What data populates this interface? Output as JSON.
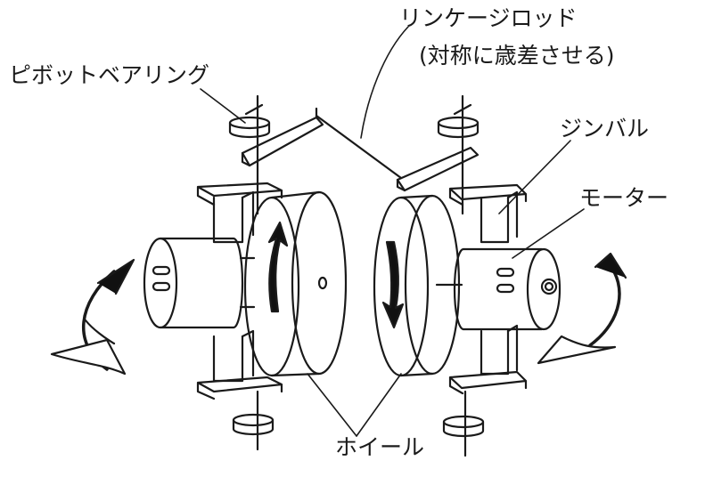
{
  "labels": {
    "pivot_bearing": "ピボットベアリング",
    "linkage_rod": "リンケージロッド",
    "linkage_note": "(対称に歳差させる)",
    "gimbal": "ジンバル",
    "motor": "モーター",
    "wheel": "ホイール"
  },
  "colors": {
    "ink": "#1a1a1a",
    "paper": "#ffffff",
    "arrow_fill": "#111111"
  }
}
